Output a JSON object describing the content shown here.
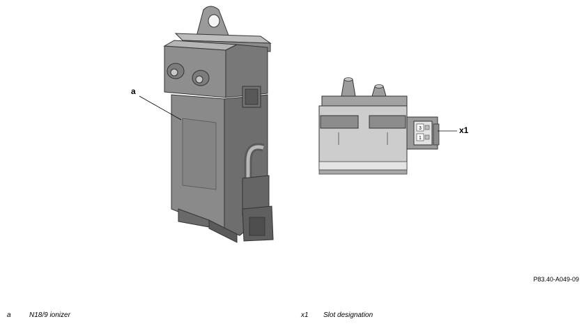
{
  "callouts": {
    "a": "a",
    "x1": "x1"
  },
  "connector_pins": {
    "top": "3",
    "bottom": "1"
  },
  "reference_code": "P83.40-A049-09",
  "legend": [
    {
      "key": "a",
      "text": "N18/9 ionizer"
    },
    {
      "key": "x1",
      "text": "Slot designation"
    }
  ]
}
